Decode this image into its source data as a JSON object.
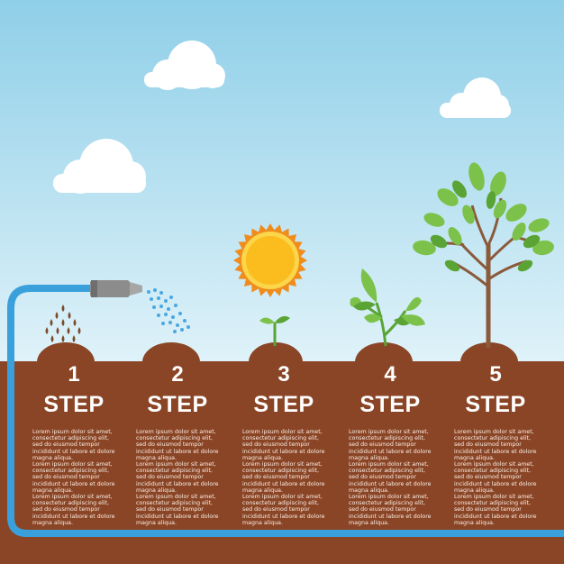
{
  "colors": {
    "sky_top": "#8fcfe8",
    "sky_bottom": "#dff2f9",
    "soil": "#8a4526",
    "hose": "#3aa0dc",
    "nozzle": "#8c8c8c",
    "seed": "#7a4a2a",
    "water": "#4aa8e0",
    "leaf": "#7cc24a",
    "leaf_dark": "#5aa436",
    "trunk": "#8a5a3a",
    "sun_outer": "#f08c1c",
    "sun_inner": "#fbbd1e",
    "cloud": "#ffffff",
    "text": "#ffffff"
  },
  "icons": [
    "cloud-icon",
    "sun-icon",
    "hose-icon",
    "nozzle-icon",
    "seed-drops-icon",
    "water-drops-icon",
    "sprout-icon",
    "young-plant-icon",
    "tree-icon"
  ],
  "steps": [
    {
      "number": "1",
      "word": "STEP",
      "text": "Lorem ipsum dolor sit amet,\nconsectetur adipiscing elit,\nsed do eiusmod tempor\nincididunt ut labore et dolore\nmagna aliqua.\nLorem ipsum dolor sit amet,\nconsectetur adipiscing elit,\nsed do eiusmod tempor\nincididunt ut labore et dolore\nmagna aliqua.\nLorem ipsum dolor sit amet,\nconsectetur adipiscing elit,\nsed do eiusmod tempor\nincididunt ut labore et dolore\nmagna aliqua."
    },
    {
      "number": "2",
      "word": "STEP",
      "text": "Lorem ipsum dolor sit amet,\nconsectetur adipiscing elit,\nsed do eiusmod tempor\nincididunt ut labore et dolore\nmagna aliqua.\nLorem ipsum dolor sit amet,\nconsectetur adipiscing elit,\nsed do eiusmod tempor\nincididunt ut labore et dolore\nmagna aliqua.\nLorem ipsum dolor sit amet,\nconsectetur adipiscing elit,\nsed do eiusmod tempor\nincididunt ut labore et dolore\nmagna aliqua."
    },
    {
      "number": "3",
      "word": "STEP",
      "text": "Lorem ipsum dolor sit amet,\nconsectetur adipiscing elit,\nsed do eiusmod tempor\nincididunt ut labore et dolore\nmagna aliqua.\nLorem ipsum dolor sit amet,\nconsectetur adipiscing elit,\nsed do eiusmod tempor\nincididunt ut labore et dolore\nmagna aliqua.\nLorem ipsum dolor sit amet,\nconsectetur adipiscing elit,\nsed do eiusmod tempor\nincididunt ut labore et dolore\nmagna aliqua."
    },
    {
      "number": "4",
      "word": "STEP",
      "text": "Lorem ipsum dolor sit amet,\nconsectetur adipiscing elit,\nsed do eiusmod tempor\nincididunt ut labore et dolore\nmagna aliqua.\nLorem ipsum dolor sit amet,\nconsectetur adipiscing elit,\nsed do eiusmod tempor\nincididunt ut labore et dolore\nmagna aliqua.\nLorem ipsum dolor sit amet,\nconsectetur adipiscing elit,\nsed do eiusmod tempor\nincididunt ut labore et dolore\nmagna aliqua."
    },
    {
      "number": "5",
      "word": "STEP",
      "text": "Lorem ipsum dolor sit amet,\nconsectetur adipiscing elit,\nsed do eiusmod tempor\nincididunt ut labore et dolore\nmagna aliqua.\nLorem ipsum dolor sit amet,\nconsectetur adipiscing elit,\nsed do eiusmod tempor\nincididunt ut labore et dolore\nmagna aliqua.\nLorem ipsum dolor sit amet,\nconsectetur adipiscing elit,\nsed do eiusmod tempor\nincididunt ut labore et dolore\nmagna aliqua."
    }
  ]
}
